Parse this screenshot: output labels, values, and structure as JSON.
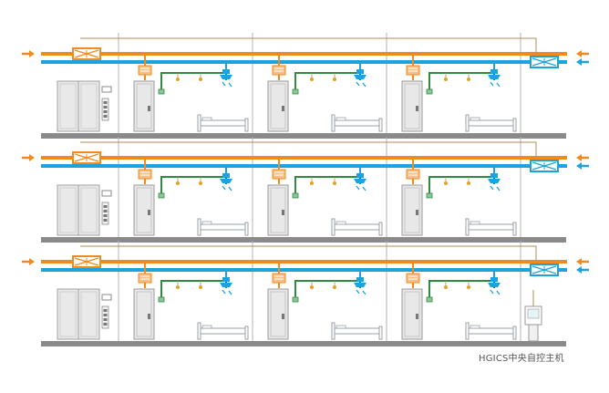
{
  "caption": "HGICS中央自控主机",
  "floors": 3,
  "rooms_per_floor": 3,
  "colors": {
    "supply_air": "#f08a1c",
    "return_air": "#1ba3e0",
    "supply_air_light": "#f6c088",
    "return_air_light": "#8fd2f2",
    "control_bus": "#2e8b3f",
    "control_bus_light": "#8cc79a",
    "floor_slab": "#8a8a8a",
    "partition": "#b3b3b3",
    "door_fill": "#e8e8e8",
    "signal_line": "#b38a5a",
    "sensor": "#e6a21c"
  },
  "icons": {
    "supply_arrow": "arrow-right-icon",
    "return_arrow": "arrow-left-icon",
    "heat_exchanger": "heat-exchanger-icon",
    "indoor_unit": "fan-coil-unit-icon",
    "air_outlet": "ceiling-vent-icon",
    "bed": "bed-icon",
    "door": "door-icon",
    "elevator": "elevator-door-icon",
    "wall_panel": "wall-control-panel-icon",
    "controller": "central-controller-icon"
  }
}
